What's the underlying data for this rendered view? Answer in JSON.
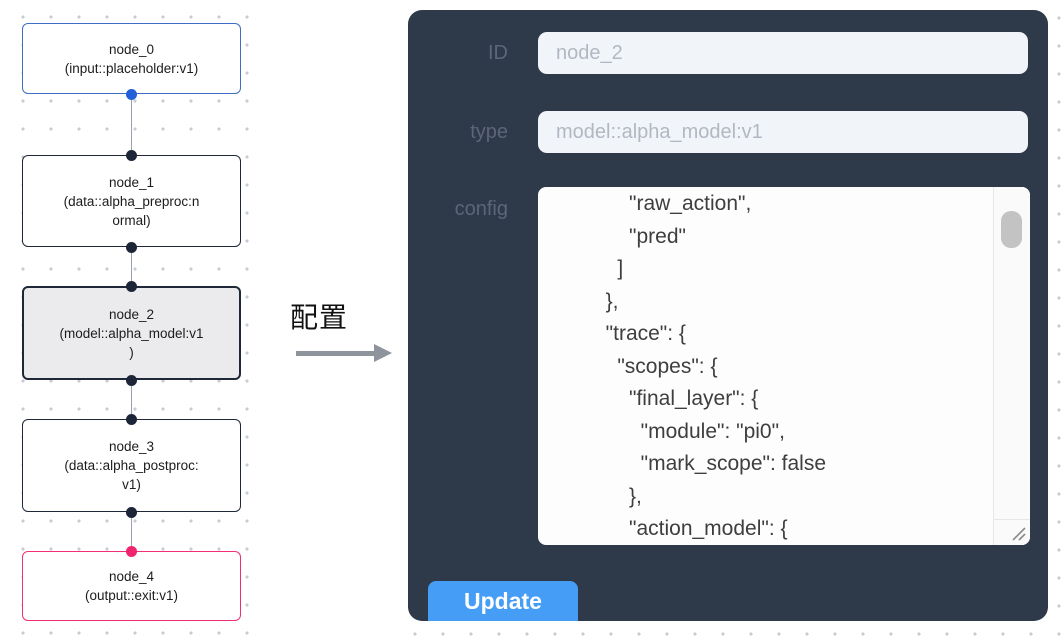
{
  "canvas": {
    "nodes": [
      {
        "id": "node_0",
        "type": "input::placeholder:v1",
        "display": "node_0\n(input::placeholder:v1)",
        "border_color": "#3f6cc4",
        "selected": false
      },
      {
        "id": "node_1",
        "type": "data::alpha_preproc:normal",
        "display": "node_1\n(data::alpha_preproc:n\normal)",
        "border_color": "#1f2838",
        "selected": false
      },
      {
        "id": "node_2",
        "type": "model::alpha_model:v1",
        "display": "node_2\n(model::alpha_model:v1\n)",
        "border_color": "#1f2838",
        "selected": true,
        "selected_fill": "#ebebed"
      },
      {
        "id": "node_3",
        "type": "data::alpha_postproc:v1",
        "display": "node_3\n(data::alpha_postproc:\nv1)",
        "border_color": "#1f2838",
        "selected": false
      },
      {
        "id": "node_4",
        "type": "output::exit:v1",
        "display": "node_4\n(output::exit:v1)",
        "border_color": "#ee2f76",
        "selected": false
      }
    ],
    "colors": {
      "edge": "#9ba1a9",
      "port_default": "#1d2638",
      "port_input": "#2160d8",
      "port_output": "#f1256f",
      "grid_dot": "#c7cbd2"
    }
  },
  "transfer": {
    "label": "配置",
    "arrow_color": "#8f949c"
  },
  "panel": {
    "background": "#2e3949",
    "field_bg": "#f1f4f8",
    "fields": [
      {
        "label": "ID",
        "value": "node_2"
      },
      {
        "label": "type",
        "value": "model::alpha_model:v1"
      }
    ],
    "config": {
      "label": "config",
      "text": "      \"raw_action\",\n      \"pred\"\n    ]\n  },\n  \"trace\": {\n    \"scopes\": {\n      \"final_layer\": {\n        \"module\": \"pi0\",\n        \"mark_scope\": false\n      },\n      \"action_model\": {"
    },
    "update_button": {
      "label": "Update",
      "color": "#459df5"
    }
  }
}
